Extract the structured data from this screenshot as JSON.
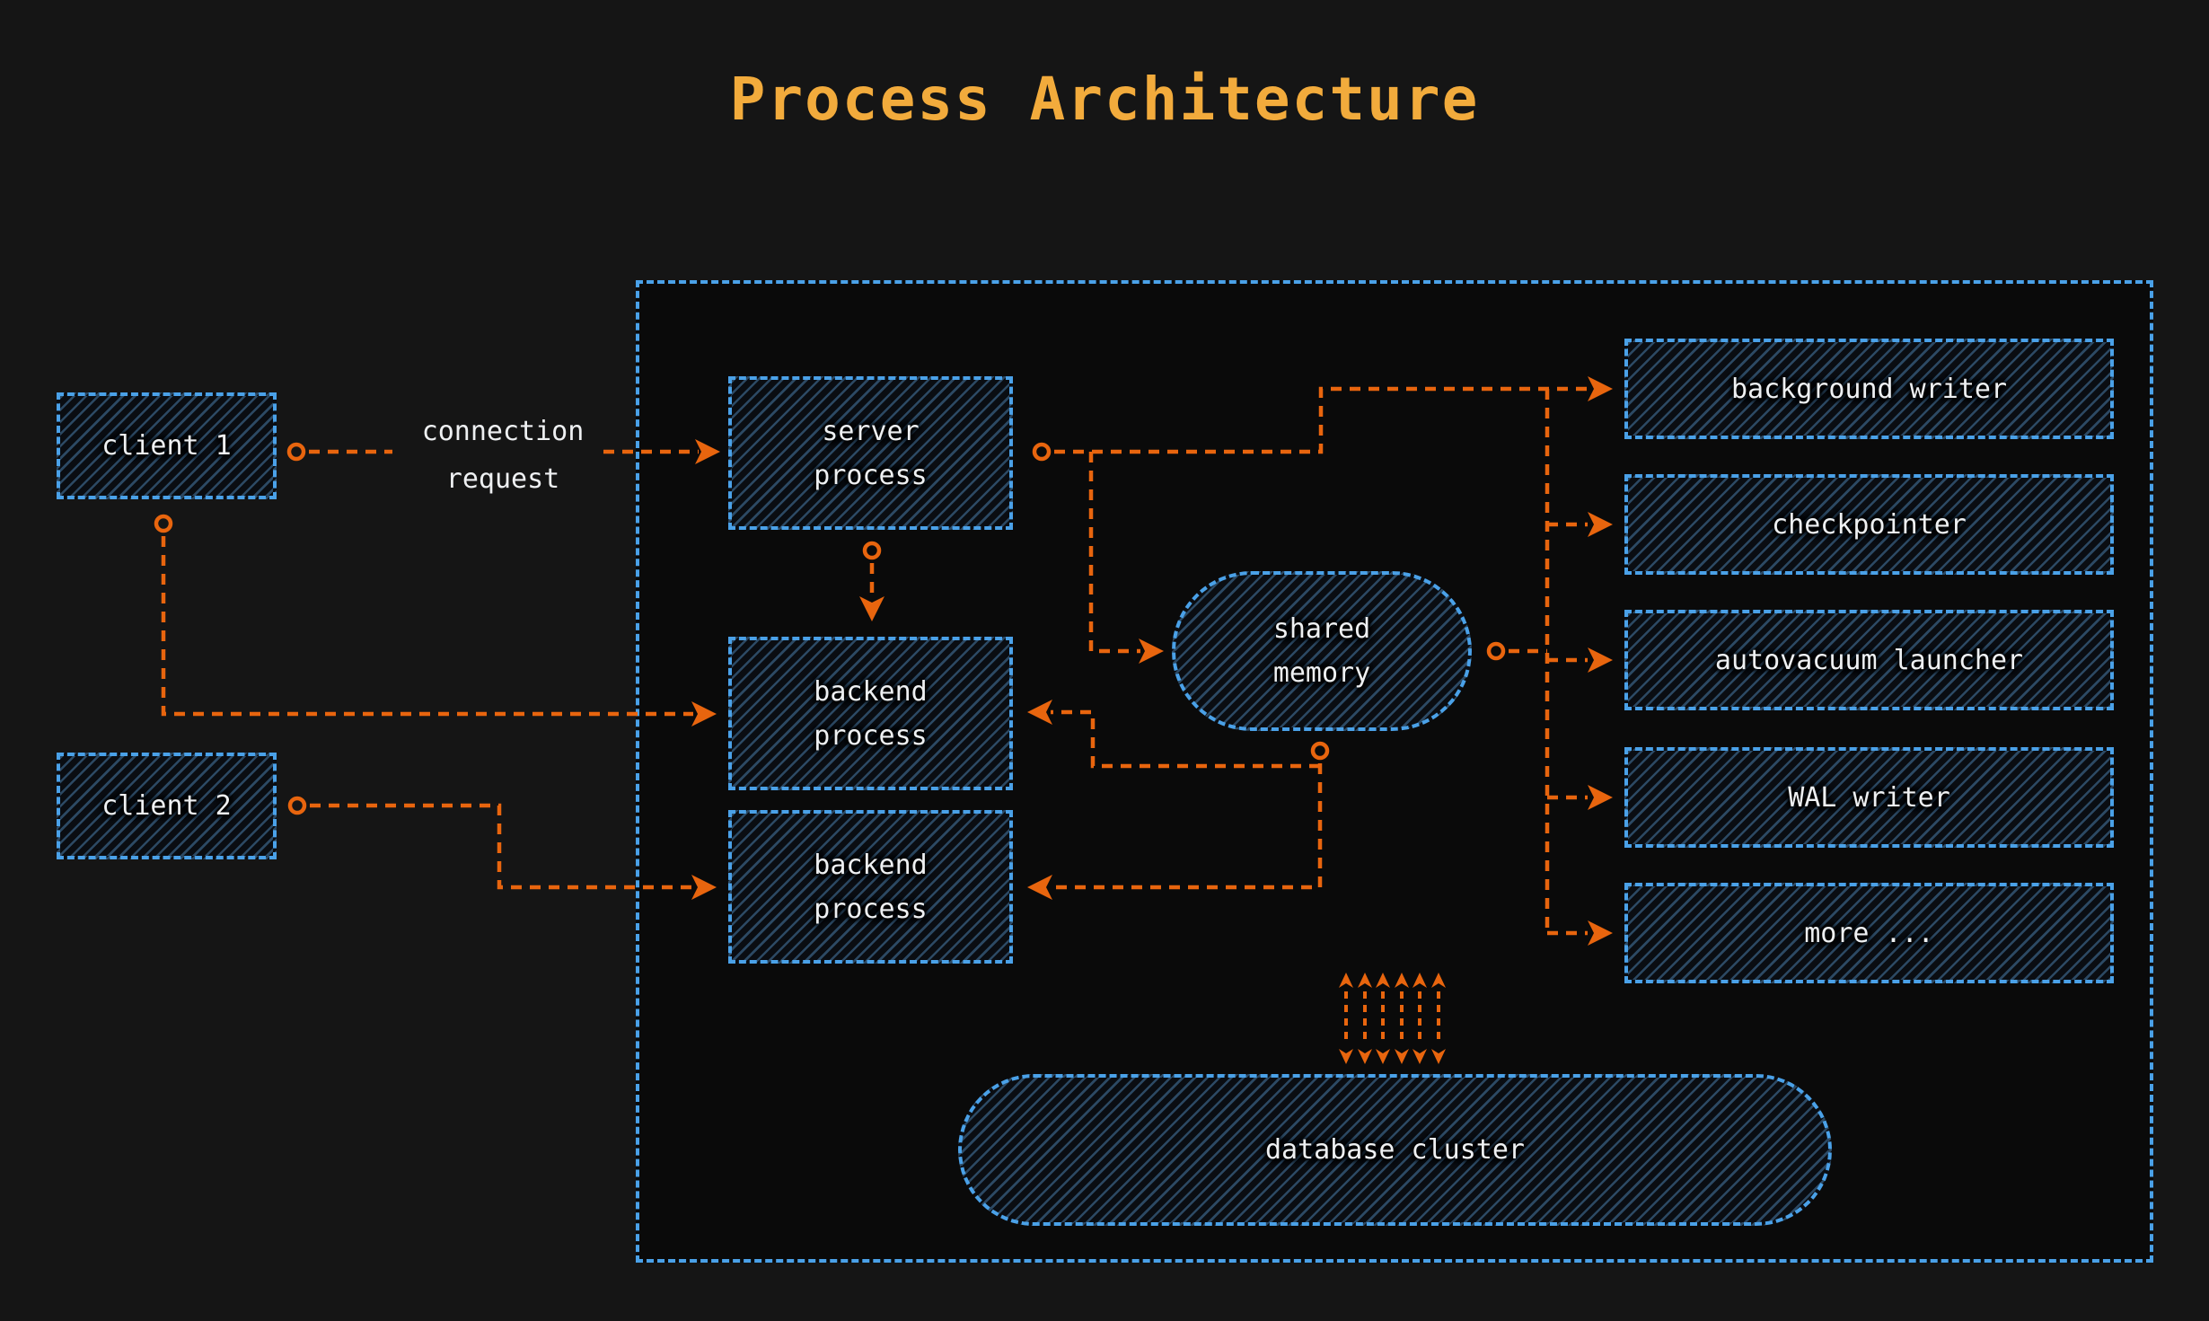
{
  "title": "Process Architecture",
  "edge_label": "connection\nrequest",
  "nodes": {
    "client1": "client 1",
    "client2": "client 2",
    "server_process": "server\nprocess",
    "backend_process_1": "backend\nprocess",
    "backend_process_2": "backend\nprocess",
    "shared_memory": "shared\nmemory",
    "background_writer": "background writer",
    "checkpointer": "checkpointer",
    "autovacuum_launcher": "autovacuum launcher",
    "wal_writer": "WAL writer",
    "more": "more ...",
    "database_cluster": "database cluster"
  },
  "colors": {
    "bg": "#151515",
    "panel-bg": "#0a0a0a",
    "blue": "#4aa1e8",
    "hatch-blue": "#5b9bd5",
    "orange": "#e8650e",
    "title-color": "#f2ab3c",
    "text-color": "#eef0f2"
  }
}
